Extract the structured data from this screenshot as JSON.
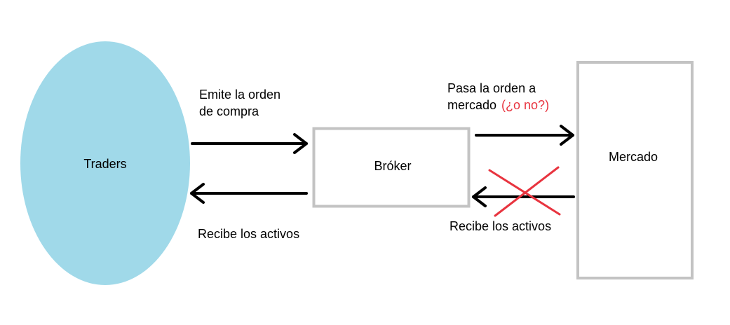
{
  "colors": {
    "traders_fill": "#a0d9e9",
    "box_stroke": "#c3c3c3",
    "arrow": "#000000",
    "cross": "#e8343f",
    "question": "#e8343f",
    "text": "#000000"
  },
  "nodes": {
    "traders": {
      "label": "Traders"
    },
    "broker": {
      "label": "Bróker"
    },
    "mercado": {
      "label": "Mercado"
    }
  },
  "edges": {
    "emite": {
      "line1": "Emite la orden",
      "line2": "de compra"
    },
    "recibe_left": {
      "label": "Recibe los activos"
    },
    "pasa": {
      "line1": "Pasa la orden a",
      "line2": "mercado",
      "question": "(¿o no?)"
    },
    "recibe_right": {
      "label": "Recibe los activos",
      "crossed_out": true
    }
  }
}
